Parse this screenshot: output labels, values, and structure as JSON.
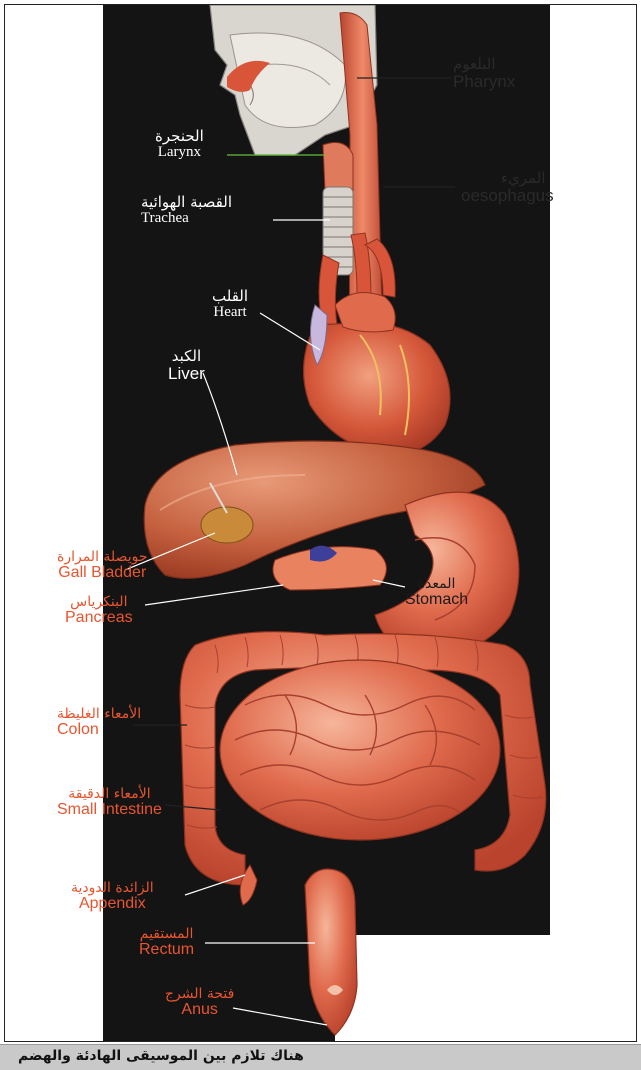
{
  "labels": {
    "pharynx": {
      "ar": "البلعوم",
      "en": "Pharynx"
    },
    "larynx": {
      "ar": "الحنجرة",
      "en": "Larynx"
    },
    "oesophagus": {
      "ar": "المريء",
      "en": "oesophagus"
    },
    "trachea": {
      "ar": "القصبة الهوائية",
      "en": "Trachea"
    },
    "heart": {
      "ar": "القلب",
      "en": "Heart"
    },
    "liver": {
      "ar": "الكبد",
      "en": "Liver"
    },
    "gall_bladder": {
      "ar": "حويصلة المرارة",
      "en": "Gall Bladder"
    },
    "pancreas": {
      "ar": "البنكرياس",
      "en": "Pancreas"
    },
    "stomach": {
      "ar": "المعدة",
      "en": "Stomach"
    },
    "colon": {
      "ar": "الأمعاء الغليظة",
      "en": "Colon"
    },
    "small_intestine": {
      "ar": "الأمعاء الدقيقة",
      "en": "Small Intestine"
    },
    "appendix": {
      "ar": "الزائدة الدودية",
      "en": "Appendix"
    },
    "rectum": {
      "ar": "المستقيم",
      "en": "Rectum"
    },
    "anus": {
      "ar": "فتحة الشرج",
      "en": "Anus"
    }
  },
  "caption": "هناك تلازم بين الموسيقى الهادئة والهضم",
  "colors": {
    "background_dark": "#141414",
    "organ_red": "#d8553a",
    "label_red": "#e8552f"
  }
}
